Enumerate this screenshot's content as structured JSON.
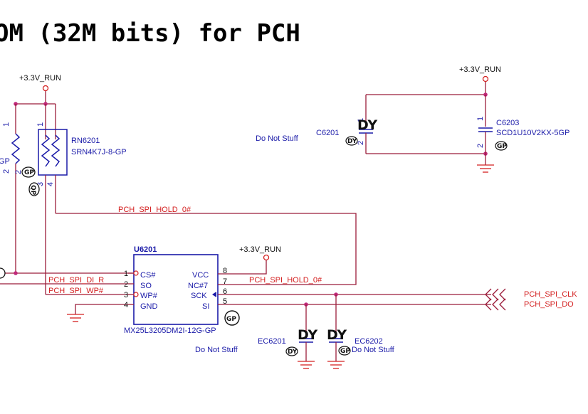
{
  "title": "OM (32M bits) for PCH",
  "power": {
    "left": "+3.3V_RUN",
    "right": "+3.3V_RUN",
    "chip": "+3.3V_RUN"
  },
  "rn6201": {
    "ref": "RN6201",
    "value": "SRN4K7J-8-GP",
    "pin1": "1",
    "pin2": "2",
    "pin3": "3",
    "pin4": "4",
    "gp_badge": "GP",
    "dq_badge": "QP"
  },
  "left_resistor": {
    "value_fragment": "GP",
    "pin1": "1",
    "pin2": "2"
  },
  "c6201": {
    "ref": "C6201",
    "note": "Do Not Stuff",
    "dy": "DY",
    "pin1": "1",
    "pin2": "2",
    "badge": "DY"
  },
  "c6203": {
    "ref": "C6203",
    "value": "SCD1U10V2KX-5GP",
    "pin1": "1",
    "pin2": "2",
    "badge": "GP"
  },
  "u6201": {
    "ref": "U6201",
    "part": "MX25L3205DM2I-12G-GP",
    "badge": "GP",
    "note": "Do Not Stuff",
    "left_pins": [
      {
        "num": "1",
        "name": "CS#"
      },
      {
        "num": "2",
        "name": "SO"
      },
      {
        "num": "3",
        "name": "WP#"
      },
      {
        "num": "4",
        "name": "GND"
      }
    ],
    "right_pins": [
      {
        "num": "8",
        "name": "VCC"
      },
      {
        "num": "7",
        "name": "NC#7"
      },
      {
        "num": "6",
        "name": "SCK"
      },
      {
        "num": "5",
        "name": "SI"
      }
    ]
  },
  "nets": {
    "hold_top": "PCH_SPI_HOLD_0#",
    "hold_chip": "PCH_SPI_HOLD_0#",
    "di": "PCH_SPI_DI_R",
    "wp": "PCH_SPI_WP#",
    "clk": "PCH_SPI_CLK",
    "do": "PCH_SPI_DO"
  },
  "ec6201": {
    "ref": "EC6201",
    "dy": "DY",
    "badge": "DY"
  },
  "ec6202": {
    "ref": "EC6202",
    "note": "Do Not Stuff",
    "dy": "DY",
    "badge": "GP"
  },
  "colors": {
    "component": "#1a1aa8",
    "net": "#9b1c3a",
    "label": "#d42020",
    "junction": "#c0287a"
  }
}
